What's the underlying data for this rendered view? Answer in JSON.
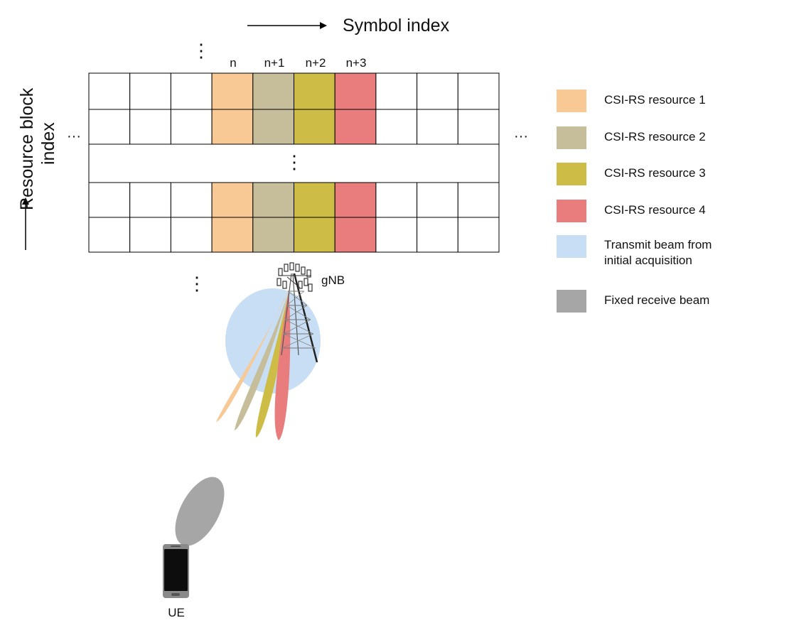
{
  "symbol_axis_label": "Symbol index",
  "rb_axis_label_line1": "Resource block",
  "rb_axis_label_line2": "index",
  "column_labels": [
    "n",
    "n+1",
    "n+2",
    "n+3"
  ],
  "ellipsis_h": "···",
  "ellipsis_v": "⋮",
  "gnb_label": "gNB",
  "ue_label": "UE",
  "colors": {
    "res1": "#f8c895",
    "res2": "#c6bd9a",
    "res3": "#cdbd47",
    "res4": "#e97c7c",
    "tx_beam": "#c7def4",
    "rx_beam": "#a6a6a6"
  },
  "legend": [
    {
      "label": "CSI-RS resource 1",
      "color": "#f8c895"
    },
    {
      "label": "CSI-RS resource 2",
      "color": "#c6bd9a"
    },
    {
      "label": "CSI-RS resource 3",
      "color": "#cdbd47"
    },
    {
      "label": "CSI-RS resource 4",
      "color": "#e97c7c"
    },
    {
      "label_line1": "Transmit beam from",
      "label_line2": "initial acquisition",
      "color": "#c7def4"
    },
    {
      "label": "Fixed receive beam",
      "color": "#a6a6a6"
    }
  ]
}
